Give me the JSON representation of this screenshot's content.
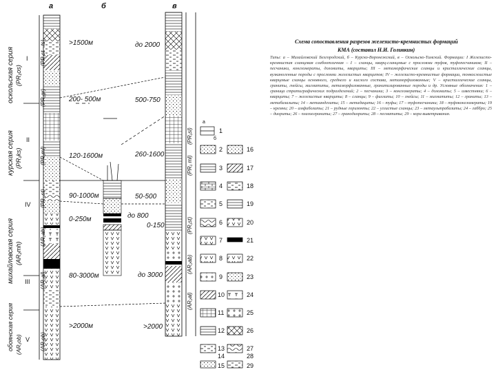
{
  "columns": {
    "a": "а",
    "b": "б",
    "v": "в"
  },
  "title_line1": "Схема сопоставления разрезов железисто-кремнистых формаций",
  "title_line2": "КМА (составил Н.И. Голивкин)",
  "caption": "Типы: а – Михайловский Белгородский, б – Курско-Воронежский, в – Оскольско-Тимский. Формации: I Железисто-кремнистая сланцевая слабоотличная – I – сланцы, кварц-сланцевые с прослоями туфов, туфопесчаников; II – песчаники, конгломераты, доломиты, кварциты; III – метаморфические сланцы и кристаллические сланцы, вулканогенные породы с прослоями железистых кварцитов; IV – железисто-кремнистые формации, тонкослоистые кварцевые сланцы основного, среднего и кислого состава, метаморфизованные; V – кристаллические сланцы, граниты, гнейсы, мигматиты, метаморфизованные, гранитизированные породы и др. Условные обозначения: 1 – граница стратиграфических подразделений; 2 – песчаники; 3 – конгломераты; 4 – доломиты; 5 – известняки; 6 – кварциты; 7 – железистые кварциты; 8 – сланцы; 9 – филлиты; 10 – гнейсы; 11 – мигматиты; 12 – граниты; 13 – метабазальты; 14 – метаандезиты; 15 – метадациты; 16 – туфы; 17 – туфопесчаники; 18 – туфоконгломераты; 19 – кремни; 20 – амфиболиты; 21 – рудные горизонты; 22 – углистые сланцы; 23 – метаультрабазиты; 24 – габбро; 25 – диориты; 26 – плагиограниты; 27 – гранодиориты; 28 – пегматиты; 29 – кора выветривания.",
  "series_labels": [
    {
      "name": "оскольская серия",
      "index": "(PR₁os)"
    },
    {
      "name": "курская серия",
      "index": "(PR₁ks)"
    },
    {
      "name": "михайловская серия",
      "index": "(AR₂mh)"
    },
    {
      "name": "обоянская серия",
      "index": "(AR₁ob)"
    }
  ],
  "roman": [
    "I",
    "II",
    "IV",
    "III",
    "V"
  ],
  "suite_labels": {
    "a": [
      "(PR₁st - ts)",
      "(PR₁gr)",
      "(PR₁ml)",
      "(PR₁ st)",
      "(AR₂ab)",
      "(AR₂al)",
      "(AR₁ob)"
    ],
    "v": [
      "(PR₁sl)",
      "(PR₁ ml)",
      "(PR₁st)",
      "(AR₂ab)",
      "(AR₂al)"
    ]
  },
  "thickness_a": [
    ">1500м",
    "200- 500м",
    "120-1600м",
    "90-1000м",
    "0-250м",
    "80-3000м",
    ">2000м"
  ],
  "thickness_v": [
    "до 2000",
    "500-750",
    "260-1600",
    "50-500",
    "до 800",
    "0-150",
    "до 3000",
    ">2000"
  ],
  "legend_sub": "а",
  "legend_sub2": "б",
  "legend_numbers_left": [
    "1",
    "2",
    "3",
    "4",
    "5",
    "6",
    "7",
    "8",
    "9",
    "10",
    "11",
    "12",
    "13",
    "14",
    "15"
  ],
  "legend_numbers_right": [
    "16",
    "17",
    "18",
    "19",
    "20",
    "21",
    "22",
    "23",
    "24",
    "25",
    "26",
    "27",
    "28",
    "29"
  ]
}
